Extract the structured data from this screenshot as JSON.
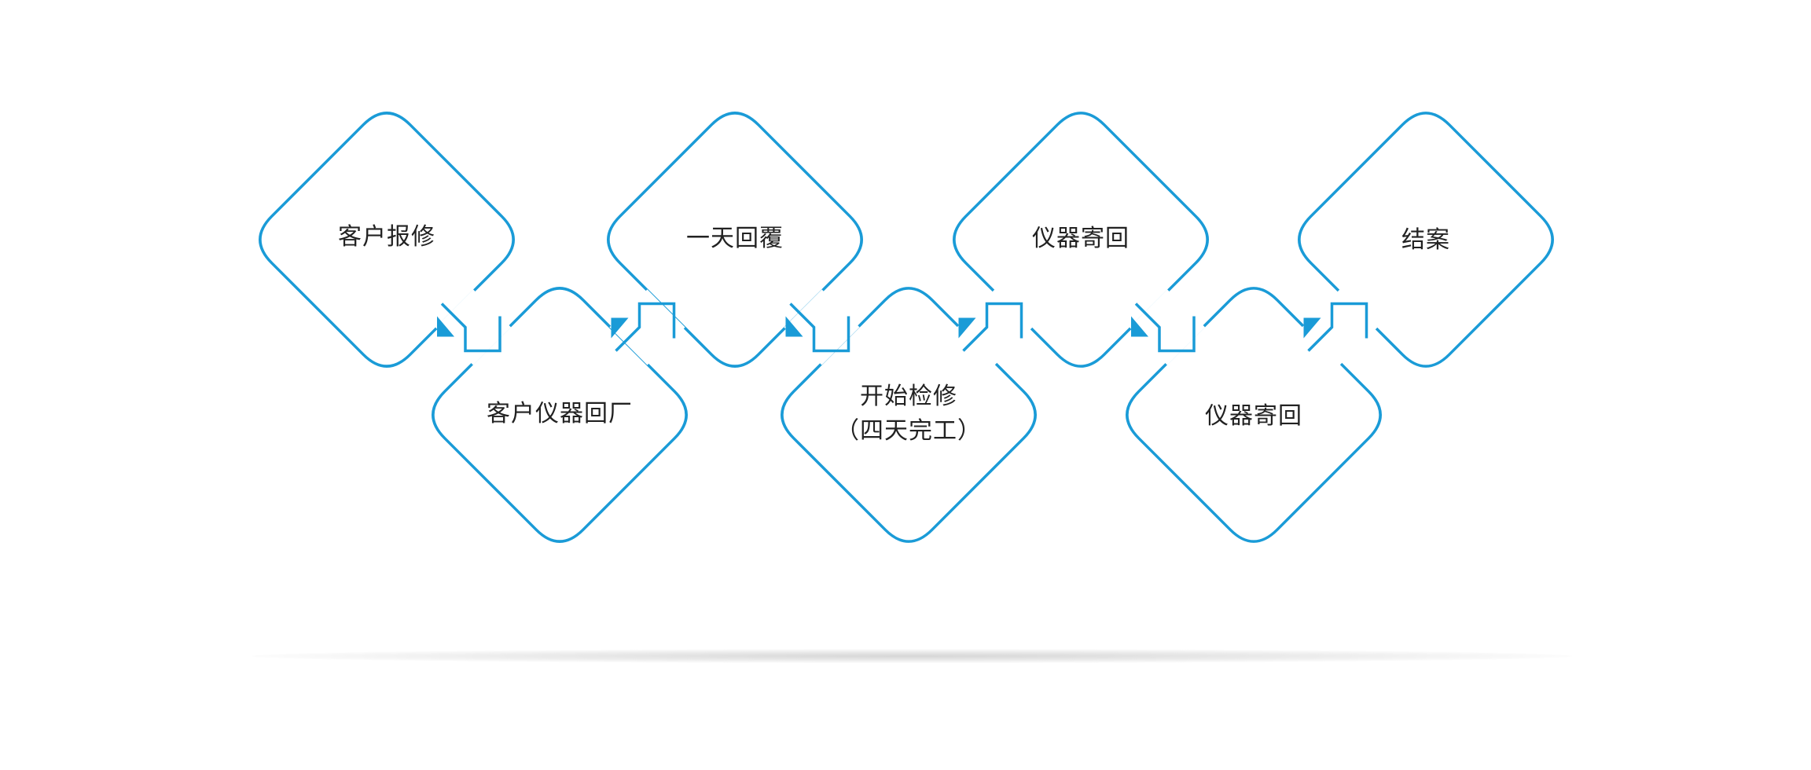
{
  "diagram": {
    "stroke_color": "#1a9bd7",
    "fill_color": "#1a9bd7",
    "steps": [
      {
        "id": "step-1",
        "label": "客户报修"
      },
      {
        "id": "step-2",
        "label": "客户仪器回厂"
      },
      {
        "id": "step-3",
        "label": "一天回覆"
      },
      {
        "id": "step-4",
        "label": "开始检修\n（四天完工）"
      },
      {
        "id": "step-5",
        "label": "仪器寄回"
      },
      {
        "id": "step-6",
        "label": "仪器寄回"
      },
      {
        "id": "step-7",
        "label": "结案"
      }
    ]
  }
}
